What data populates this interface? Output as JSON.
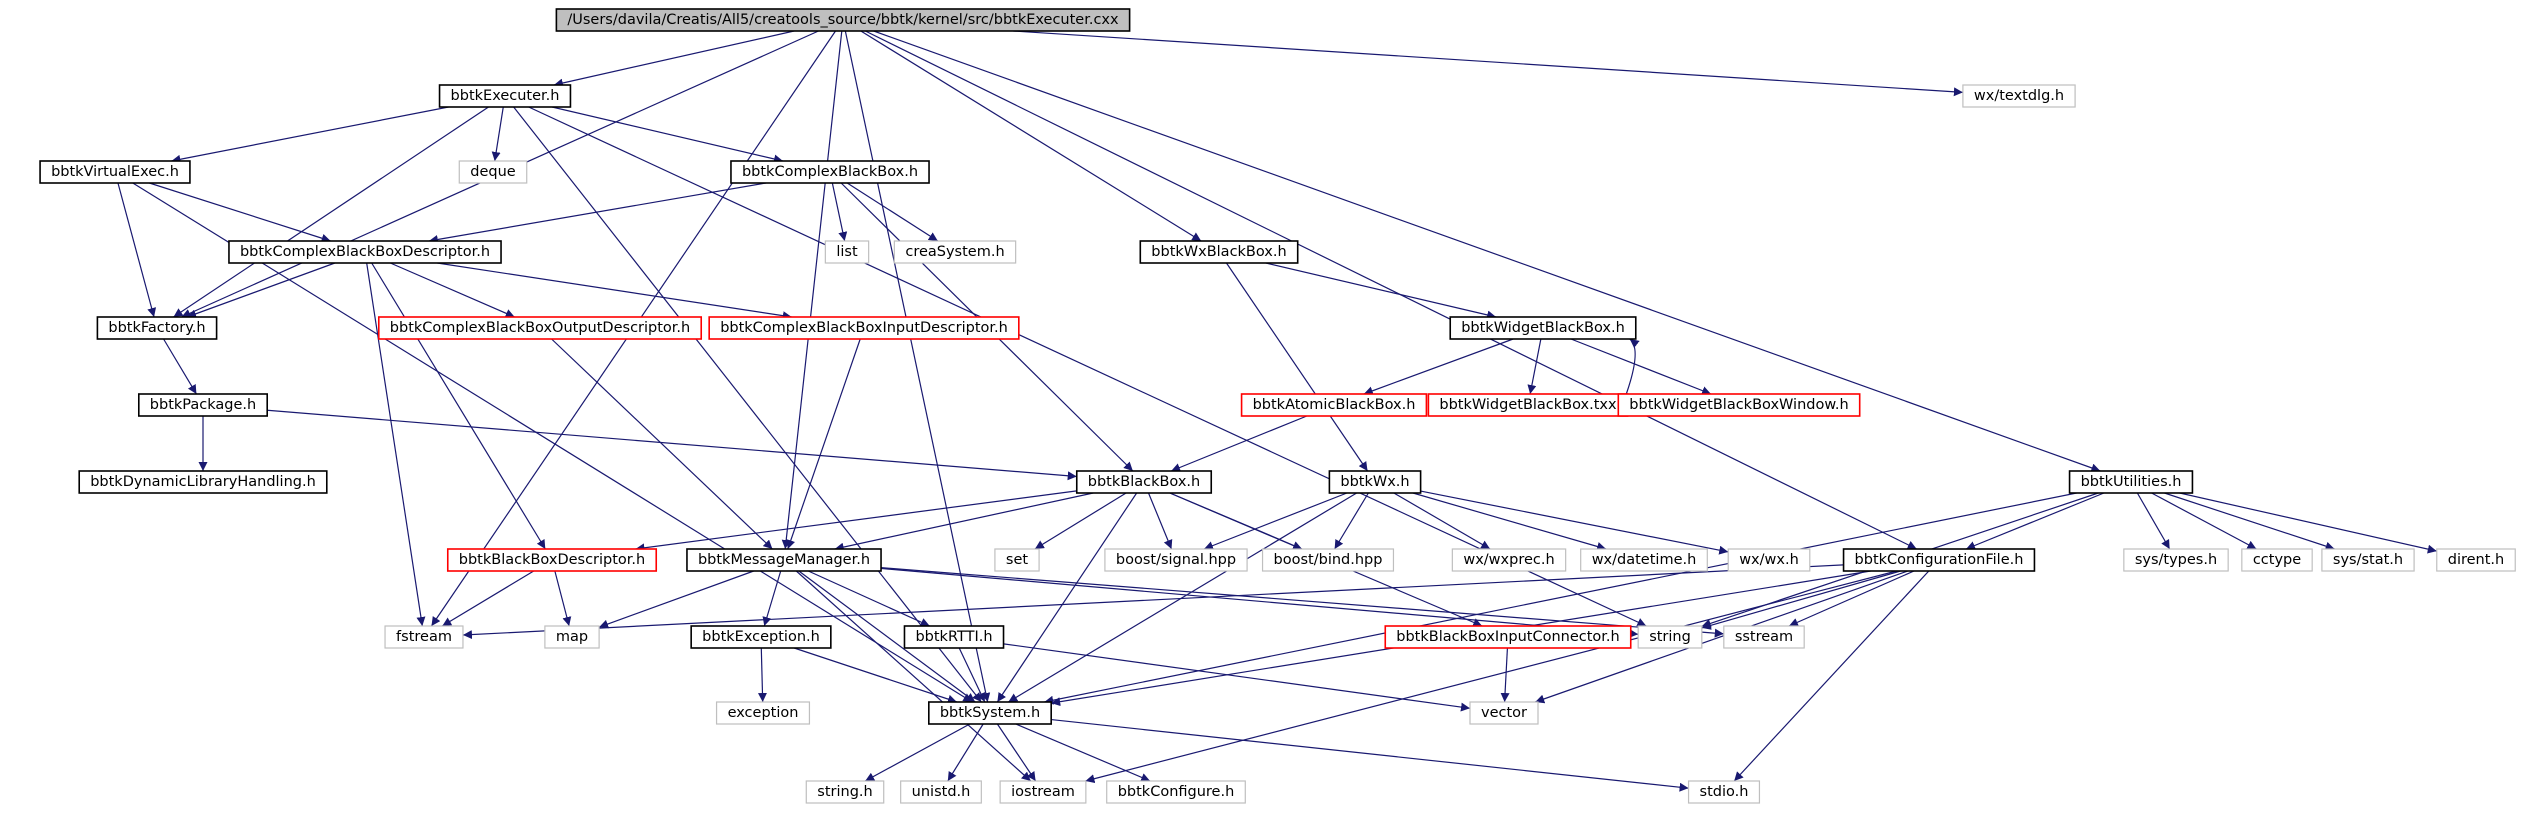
{
  "diagram": {
    "type": "include-dependency-graph",
    "colors": {
      "edge": "#191970",
      "node_normal": "#000000",
      "node_missing": "#bfbfbf",
      "node_truncated": "#ff0000",
      "root_fill": "#bfbfbf"
    },
    "nodes": [
      {
        "id": "root",
        "label": "/Users/davila/Creatis/All5/creatools_source/bbtk/kernel/src/bbtkExecuter.cxx",
        "kind": "root"
      },
      {
        "id": "exec_h",
        "label": "bbtkExecuter.h",
        "kind": "normal"
      },
      {
        "id": "textdlg",
        "label": "wx/textdlg.h",
        "kind": "missing"
      },
      {
        "id": "virt",
        "label": "bbtkVirtualExec.h",
        "kind": "normal"
      },
      {
        "id": "deque",
        "label": "deque",
        "kind": "missing"
      },
      {
        "id": "cbb",
        "label": "bbtkComplexBlackBox.h",
        "kind": "normal"
      },
      {
        "id": "cbbd",
        "label": "bbtkComplexBlackBoxDescriptor.h",
        "kind": "normal"
      },
      {
        "id": "list",
        "label": "list",
        "kind": "missing"
      },
      {
        "id": "crea",
        "label": "creaSystem.h",
        "kind": "missing"
      },
      {
        "id": "wxbb",
        "label": "bbtkWxBlackBox.h",
        "kind": "normal"
      },
      {
        "id": "fact",
        "label": "bbtkFactory.h",
        "kind": "normal"
      },
      {
        "id": "cbbod",
        "label": "bbtkComplexBlackBoxOutputDescriptor.h",
        "kind": "truncated"
      },
      {
        "id": "cbbid",
        "label": "bbtkComplexBlackBoxInputDescriptor.h",
        "kind": "truncated"
      },
      {
        "id": "wbb",
        "label": "bbtkWidgetBlackBox.h",
        "kind": "normal"
      },
      {
        "id": "pkg",
        "label": "bbtkPackage.h",
        "kind": "normal"
      },
      {
        "id": "abb",
        "label": "bbtkAtomicBlackBox.h",
        "kind": "truncated"
      },
      {
        "id": "wbbtxx",
        "label": "bbtkWidgetBlackBox.txx",
        "kind": "truncated"
      },
      {
        "id": "wbbw",
        "label": "bbtkWidgetBlackBoxWindow.h",
        "kind": "truncated"
      },
      {
        "id": "dyn",
        "label": "bbtkDynamicLibraryHandling.h",
        "kind": "normal"
      },
      {
        "id": "bb",
        "label": "bbtkBlackBox.h",
        "kind": "normal"
      },
      {
        "id": "wx",
        "label": "bbtkWx.h",
        "kind": "normal"
      },
      {
        "id": "util",
        "label": "bbtkUtilities.h",
        "kind": "normal"
      },
      {
        "id": "bbd",
        "label": "bbtkBlackBoxDescriptor.h",
        "kind": "truncated"
      },
      {
        "id": "msg",
        "label": "bbtkMessageManager.h",
        "kind": "normal"
      },
      {
        "id": "set",
        "label": "set",
        "kind": "missing"
      },
      {
        "id": "bsig",
        "label": "boost/signal.hpp",
        "kind": "missing"
      },
      {
        "id": "bbind",
        "label": "boost/bind.hpp",
        "kind": "missing"
      },
      {
        "id": "wxprec",
        "label": "wx/wxprec.h",
        "kind": "missing"
      },
      {
        "id": "dtime",
        "label": "wx/datetime.h",
        "kind": "missing"
      },
      {
        "id": "wxwx",
        "label": "wx/wx.h",
        "kind": "missing"
      },
      {
        "id": "conf",
        "label": "bbtkConfigurationFile.h",
        "kind": "normal"
      },
      {
        "id": "systypes",
        "label": "sys/types.h",
        "kind": "missing"
      },
      {
        "id": "cctype",
        "label": "cctype",
        "kind": "missing"
      },
      {
        "id": "sysstat",
        "label": "sys/stat.h",
        "kind": "missing"
      },
      {
        "id": "dirent",
        "label": "dirent.h",
        "kind": "missing"
      },
      {
        "id": "fstream",
        "label": "fstream",
        "kind": "missing"
      },
      {
        "id": "map",
        "label": "map",
        "kind": "missing"
      },
      {
        "id": "exc",
        "label": "bbtkException.h",
        "kind": "normal"
      },
      {
        "id": "rtti",
        "label": "bbtkRTTI.h",
        "kind": "normal"
      },
      {
        "id": "bbic",
        "label": "bbtkBlackBoxInputConnector.h",
        "kind": "truncated"
      },
      {
        "id": "string",
        "label": "string",
        "kind": "missing"
      },
      {
        "id": "sstream",
        "label": "sstream",
        "kind": "missing"
      },
      {
        "id": "exception",
        "label": "exception",
        "kind": "missing"
      },
      {
        "id": "sys",
        "label": "bbtkSystem.h",
        "kind": "normal"
      },
      {
        "id": "vector",
        "label": "vector",
        "kind": "missing"
      },
      {
        "id": "stringh",
        "label": "string.h",
        "kind": "missing"
      },
      {
        "id": "unistd",
        "label": "unistd.h",
        "kind": "missing"
      },
      {
        "id": "iostream",
        "label": "iostream",
        "kind": "missing"
      },
      {
        "id": "bbconf",
        "label": "bbtkConfigure.h",
        "kind": "missing"
      },
      {
        "id": "stdio",
        "label": "stdio.h",
        "kind": "missing"
      }
    ],
    "edges": [
      [
        "root",
        "exec_h"
      ],
      [
        "root",
        "textdlg"
      ],
      [
        "root",
        "fact"
      ],
      [
        "root",
        "fstream"
      ],
      [
        "root",
        "sys"
      ],
      [
        "root",
        "msg"
      ],
      [
        "root",
        "wxbb"
      ],
      [
        "root",
        "conf"
      ],
      [
        "root",
        "util"
      ],
      [
        "exec_h",
        "virt"
      ],
      [
        "exec_h",
        "deque"
      ],
      [
        "exec_h",
        "cbb"
      ],
      [
        "exec_h",
        "fact"
      ],
      [
        "exec_h",
        "sys"
      ],
      [
        "exec_h",
        "string"
      ],
      [
        "virt",
        "cbbd"
      ],
      [
        "virt",
        "fact"
      ],
      [
        "virt",
        "sys"
      ],
      [
        "cbb",
        "cbbd"
      ],
      [
        "cbb",
        "list"
      ],
      [
        "cbb",
        "crea"
      ],
      [
        "cbb",
        "bb"
      ],
      [
        "cbbd",
        "fact"
      ],
      [
        "cbbd",
        "cbbod"
      ],
      [
        "cbbd",
        "cbbid"
      ],
      [
        "cbbd",
        "bbd"
      ],
      [
        "cbbd",
        "fstream"
      ],
      [
        "cbbod",
        "msg"
      ],
      [
        "cbbid",
        "msg"
      ],
      [
        "fact",
        "pkg"
      ],
      [
        "pkg",
        "dyn"
      ],
      [
        "pkg",
        "bb"
      ],
      [
        "wxbb",
        "wbb"
      ],
      [
        "wxbb",
        "wx"
      ],
      [
        "wbb",
        "abb"
      ],
      [
        "wbb",
        "wbbtxx"
      ],
      [
        "wbb",
        "wbbw"
      ],
      [
        "wbbw",
        "wbb"
      ],
      [
        "abb",
        "bb"
      ],
      [
        "bb",
        "bbd"
      ],
      [
        "bb",
        "msg"
      ],
      [
        "bb",
        "set"
      ],
      [
        "bb",
        "bsig"
      ],
      [
        "bb",
        "bbind"
      ],
      [
        "bb",
        "bbic"
      ],
      [
        "bb",
        "sys"
      ],
      [
        "wx",
        "bsig"
      ],
      [
        "wx",
        "bbind"
      ],
      [
        "wx",
        "wxprec"
      ],
      [
        "wx",
        "dtime"
      ],
      [
        "wx",
        "wxwx"
      ],
      [
        "wx",
        "sys"
      ],
      [
        "util",
        "conf"
      ],
      [
        "util",
        "systypes"
      ],
      [
        "util",
        "cctype"
      ],
      [
        "util",
        "sysstat"
      ],
      [
        "util",
        "dirent"
      ],
      [
        "util",
        "string"
      ],
      [
        "util",
        "sys"
      ],
      [
        "bbd",
        "fstream"
      ],
      [
        "bbd",
        "map"
      ],
      [
        "msg",
        "map"
      ],
      [
        "msg",
        "exc"
      ],
      [
        "msg",
        "rtti"
      ],
      [
        "msg",
        "sys"
      ],
      [
        "msg",
        "string"
      ],
      [
        "msg",
        "sstream"
      ],
      [
        "msg",
        "iostream"
      ],
      [
        "conf",
        "fstream"
      ],
      [
        "conf",
        "string"
      ],
      [
        "conf",
        "sstream"
      ],
      [
        "conf",
        "sys"
      ],
      [
        "conf",
        "vector"
      ],
      [
        "conf",
        "iostream"
      ],
      [
        "conf",
        "stdio"
      ],
      [
        "exc",
        "exception"
      ],
      [
        "exc",
        "sys"
      ],
      [
        "rtti",
        "sys"
      ],
      [
        "rtti",
        "vector"
      ],
      [
        "bbic",
        "vector"
      ],
      [
        "sys",
        "stringh"
      ],
      [
        "sys",
        "unistd"
      ],
      [
        "sys",
        "iostream"
      ],
      [
        "sys",
        "bbconf"
      ],
      [
        "sys",
        "stdio"
      ]
    ]
  }
}
